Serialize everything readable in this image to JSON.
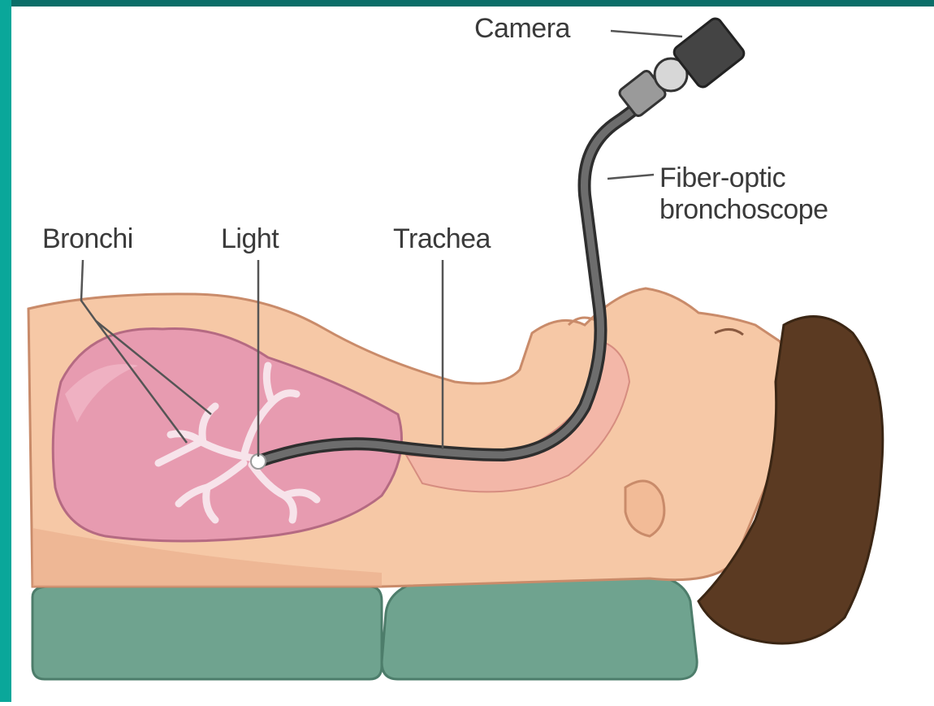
{
  "colors": {
    "frame_teal": "#0aa79a",
    "frame_top": "#0b6e68",
    "skin": "#f6c8a6",
    "skin_shade": "#e8a987",
    "lung": "#e79bb0",
    "lung_shade": "#c86f8c",
    "hair": "#5b3a22",
    "pillow": "#6fa38f",
    "scope": "#4b4b4b"
  },
  "labels": {
    "camera": "Camera",
    "fiber_optic_line1": "Fiber-optic",
    "fiber_optic_line2": "bronchoscope",
    "bronchi": "Bronchi",
    "light": "Light",
    "trachea": "Trachea"
  }
}
